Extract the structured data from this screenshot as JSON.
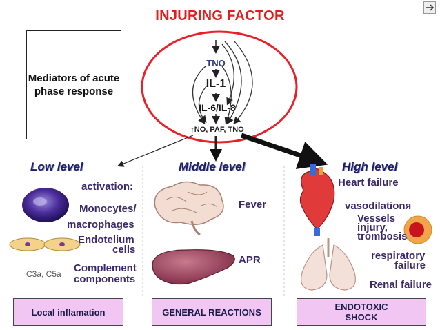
{
  "title": "INJURING FACTOR",
  "mediators_box": "Mediators of acute phase response",
  "cytokines": {
    "tno": "TNO",
    "il1": "IL-1",
    "il6_8": "IL-6/IL-8",
    "no_paf": "↑NO, PAF, TNO"
  },
  "levels": {
    "low": {
      "label": "Low level",
      "activation": "activation:",
      "monocytes": "Monocytes/",
      "macrophages": "macrophages",
      "endotelium": "Endotelium",
      "cells": "cells",
      "complement_codes": "C3a, C5a",
      "complement": "Complement",
      "components": "components",
      "result": "Local inflamation"
    },
    "middle": {
      "label": "Middle level",
      "fever": "Fever",
      "apr": "APR",
      "result": "GENERAL REACTIONS"
    },
    "high": {
      "label": "High level",
      "heart_failure": "Heart failure",
      "vasodilation": "vasodilationя",
      "vessels": "Vessels",
      "injury": "injury,",
      "trombosis": "trombosis",
      "respiratory": "respiratory",
      "failure": "failure",
      "renal": "Renal failure",
      "result_1": "ENDOTOXIC",
      "result_2": "SHOCK"
    }
  },
  "colors": {
    "title": "#e21d1d",
    "ellipse": "#e8202a",
    "level_text": "#1d1d6b",
    "result_box": "#f2c6f2"
  }
}
